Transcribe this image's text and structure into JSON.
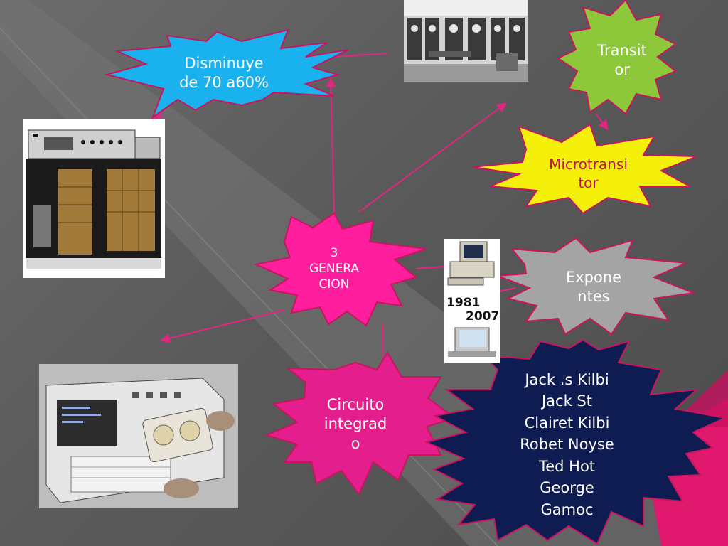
{
  "diagram": {
    "center": {
      "text": "3\nGENERA\nCION",
      "color": "#ff1f9e",
      "text_color": "#ffffff"
    },
    "nodes": [
      {
        "id": "disminuye",
        "text": "Disminuye\nde 70 a60%",
        "color": "#1ab2ee",
        "text_color": "#ffffff"
      },
      {
        "id": "transistor",
        "text": "Transit\nor",
        "color": "#8cc83a",
        "text_color": "#ffffff"
      },
      {
        "id": "microtransistor",
        "text": "Microtransi\ntor",
        "color": "#f5f00a",
        "text_color": "#c01060"
      },
      {
        "id": "exponentes",
        "text": "Expone\nntes",
        "color": "#a4a4a4",
        "text_color": "#ffffff"
      },
      {
        "id": "circuito",
        "text": "Circuito\nintegrad\no",
        "color": "#e41e8c",
        "text_color": "#ffffff"
      },
      {
        "id": "nombres",
        "text": "Jack .s Kilbi\nJack St\nClairet Kilbi\nRobet Noyse\nTed Hot\nGeorge\nGamoc",
        "color": "#0f1c52",
        "text_color": "#ffffff"
      }
    ],
    "images": {
      "mainframe": {
        "icon": "ibm-mainframe-icon"
      },
      "computer_room": {
        "icon": "computer-room-icon"
      },
      "pc_timeline": {
        "icon": "pc-timeline-icon",
        "year_start": "1981",
        "year_end": "2007"
      },
      "tape_computer": {
        "icon": "tape-computer-icon"
      }
    },
    "connector_color": "#e0277f",
    "outline_color": "#c8155e"
  }
}
